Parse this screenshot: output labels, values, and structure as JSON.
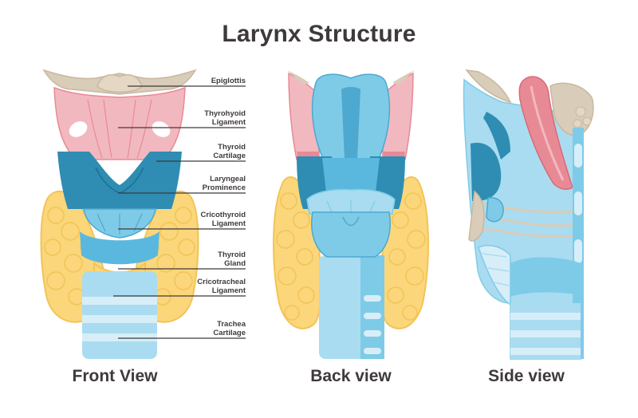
{
  "title": "Larynx Structure",
  "views": {
    "front": "Front View",
    "back": "Back view",
    "side": "Side view"
  },
  "labels": {
    "epiglottis": "Epiglottis",
    "thyrohyoid_1": "Thyrohyoid",
    "thyrohyoid_2": "Ligament",
    "thyroid_cart_1": "Thyroid",
    "thyroid_cart_2": "Cartilage",
    "laryngeal_1": "Laryngeal",
    "laryngeal_2": "Prominence",
    "cricothyroid_1": "Cricothyroid",
    "cricothyroid_2": "Ligament",
    "thyroid_gland_1": "Thyroid",
    "thyroid_gland_2": "Gland",
    "cricotracheal_1": "Cricotracheal",
    "cricotracheal_2": "Ligament",
    "trachea_1": "Trachea",
    "trachea_2": "Cartilage"
  },
  "colors": {
    "pink": "#f2b8bf",
    "pink_dark": "#e88a95",
    "beige": "#d9ccb8",
    "blue_light": "#a9dcf0",
    "blue_mid": "#5ab8de",
    "blue_dark": "#2f8db3",
    "yellow": "#fbd67a",
    "yellow_dark": "#f2c458",
    "text": "#3f3a3a"
  }
}
